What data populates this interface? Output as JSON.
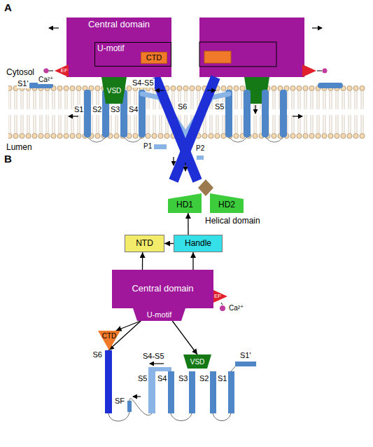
{
  "diagram": {
    "nodes": [
      {
        "text": [
          "Central domain"
        ]
      },
      {
        "text": [
          "U-motif"
        ],
        "in": 0
      },
      {
        "text": [
          "CTD"
        ],
        "in": 1
      },
      {
        "text": [
          "EF"
        ]
      },
      {
        "text": [
          "VSD"
        ]
      },
      {
        "text": [
          "HD1"
        ]
      },
      {
        "text": [
          "HD2"
        ]
      },
      {
        "text": [
          "NTD"
        ]
      },
      {
        "text": [
          "Handle"
        ]
      },
      {
        "text": [
          "Central domain"
        ]
      },
      {
        "text": [
          "EF"
        ]
      },
      {
        "text": [
          "U-motif"
        ]
      },
      {
        "text": [
          "CTD"
        ]
      },
      {
        "text": [
          "S6"
        ]
      },
      {
        "text": [
          "VSD"
        ]
      }
    ],
    "edges": [
      {
        "from": 9,
        "to": 7,
        "arrow": "to"
      },
      {
        "from": 9,
        "to": 8,
        "arrow": "to"
      },
      {
        "from": 8,
        "to": 5,
        "arrow": "to"
      },
      {
        "from": 8,
        "to": 7,
        "arrow": "to"
      },
      {
        "from": 11,
        "to": 12,
        "arrow": "to"
      },
      {
        "from": 11,
        "to": 13,
        "arrow": "to"
      },
      {
        "from": 11,
        "to": 14,
        "arrow": "to"
      }
    ],
    "labels": [
      "A",
      "Ca²⁺",
      "Cytosol",
      "S1'",
      "S1",
      "S2",
      "S3",
      "S4",
      "S4-S5",
      "S6",
      "S5",
      "P1",
      "P2",
      "Lumen",
      "B",
      "Helical domain",
      "Ca²⁺",
      "S4-S5",
      "S5",
      "S4",
      "S3",
      "S2",
      "S1",
      "S1'",
      "SF"
    ]
  }
}
